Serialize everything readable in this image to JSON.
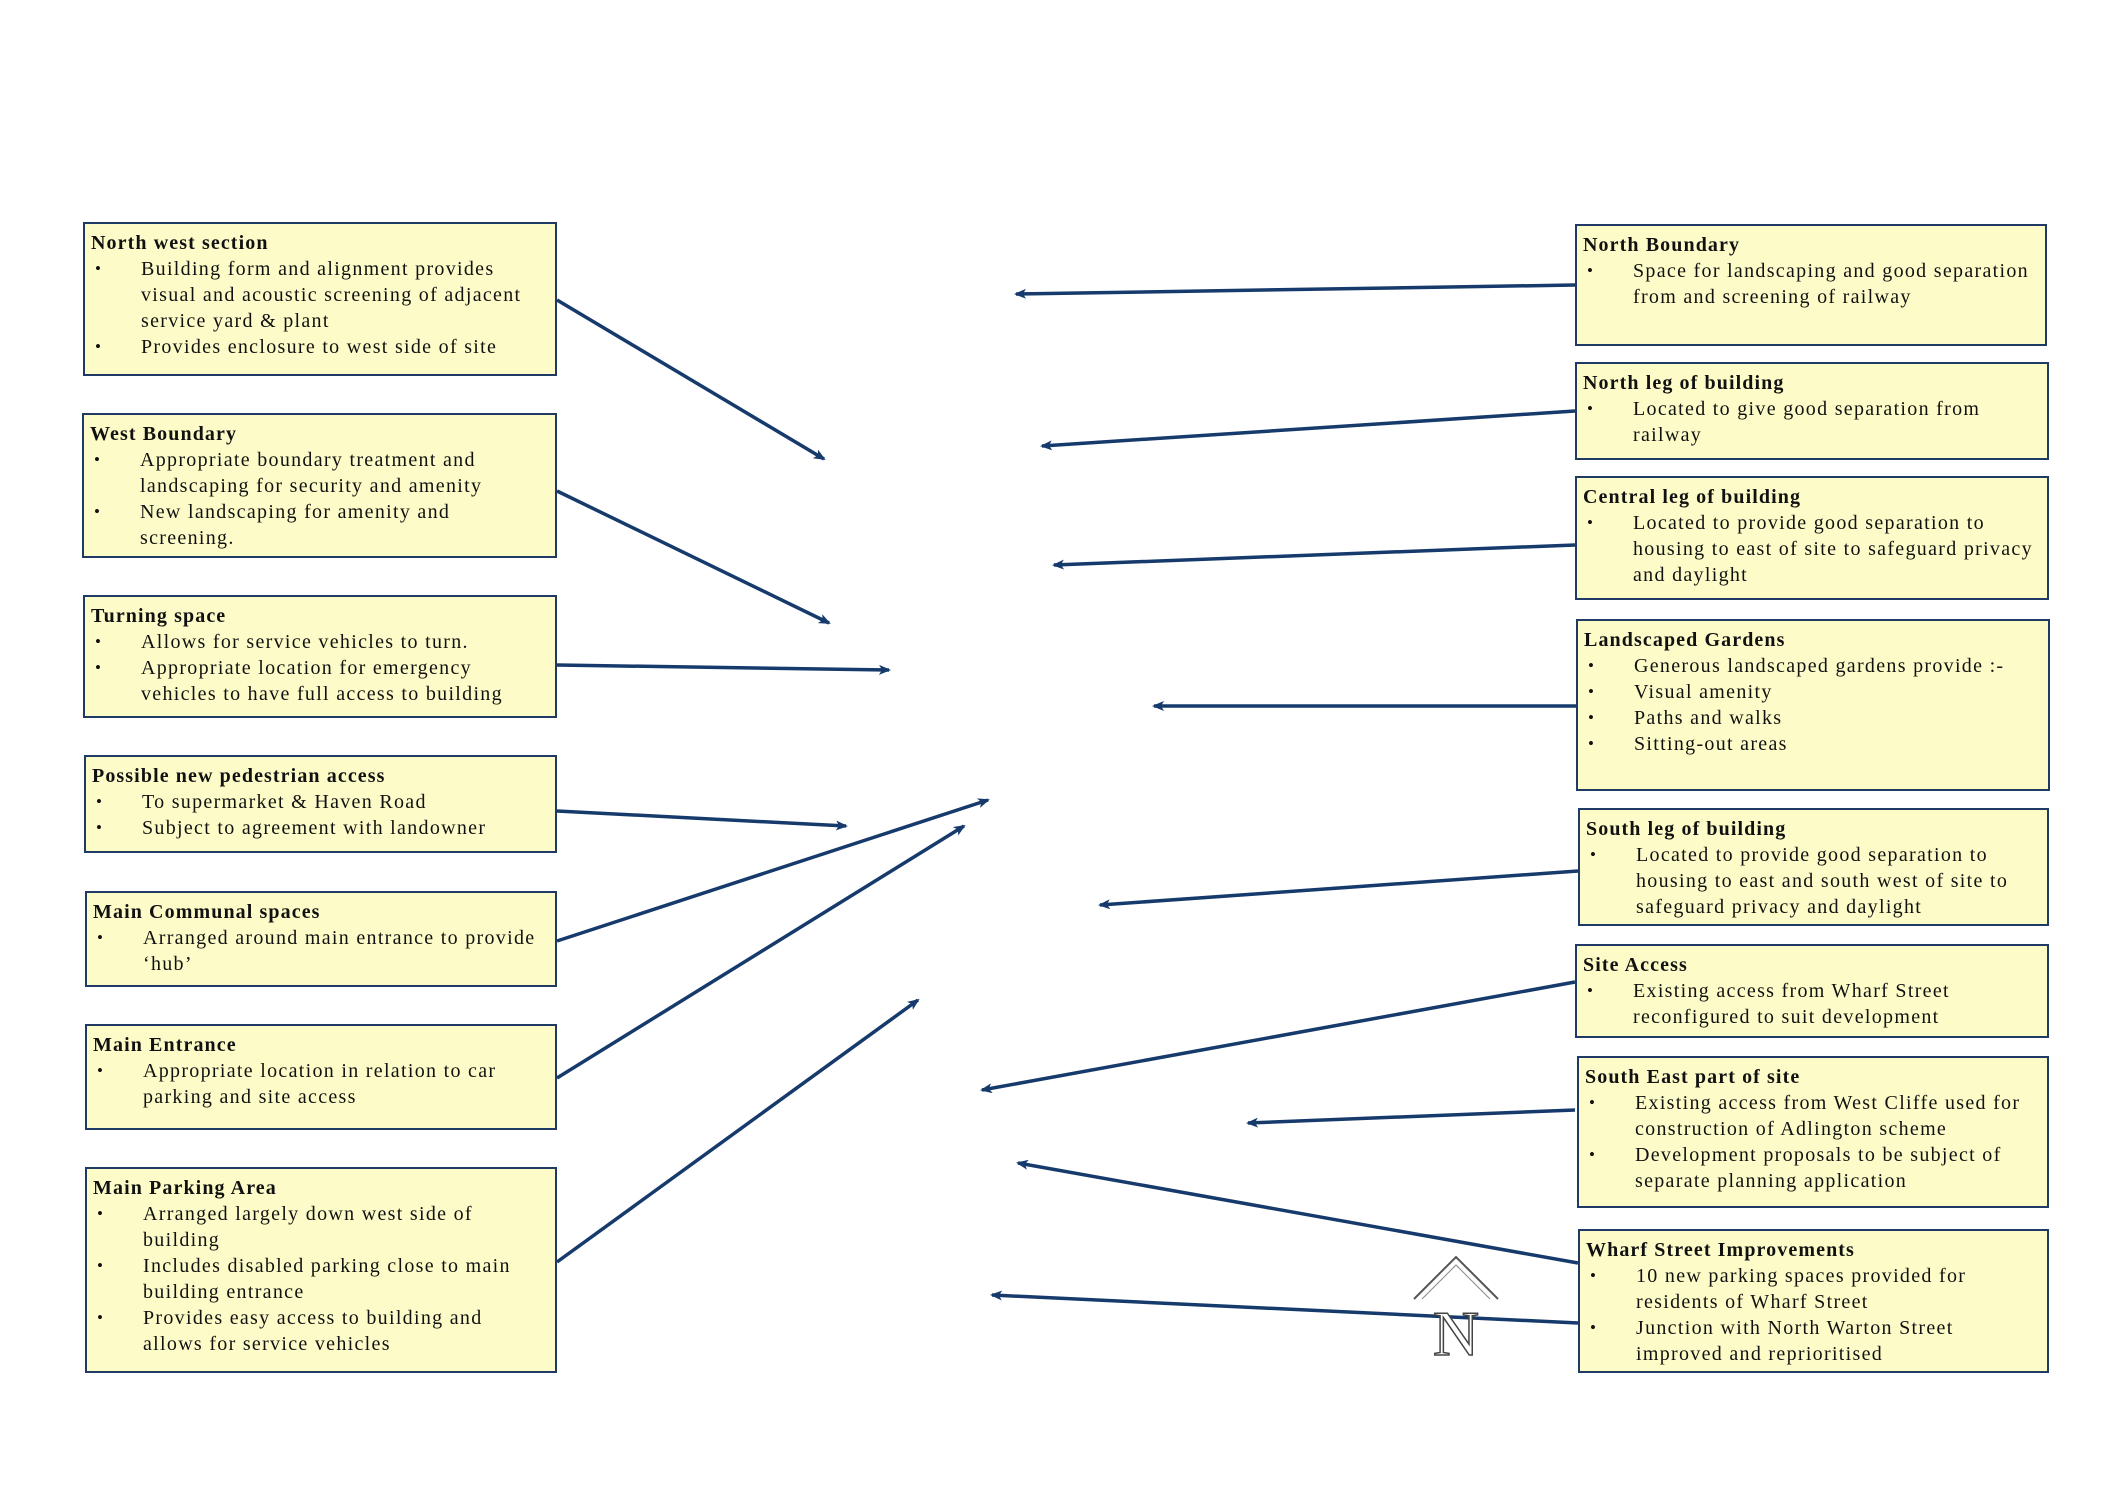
{
  "colors": {
    "box_fill": "#fdfcc8",
    "box_border": "#1f3a64",
    "arrow": "#163a6b"
  },
  "left_boxes": [
    {
      "id": "north-west-section",
      "title": "North west section",
      "items": [
        "Building form and alignment provides visual and acoustic screening of adjacent service yard & plant",
        "Provides enclosure to west side of site"
      ]
    },
    {
      "id": "west-boundary",
      "title": "West Boundary",
      "items": [
        "Appropriate boundary treatment and landscaping for security and amenity",
        "New landscaping for amenity and screening."
      ]
    },
    {
      "id": "turning-space",
      "title": "Turning space",
      "items": [
        "Allows for service vehicles to turn.",
        "Appropriate location for emergency vehicles to have full access to building"
      ]
    },
    {
      "id": "pedestrian-access",
      "title": "Possible new pedestrian access",
      "items": [
        "To supermarket & Haven Road",
        "Subject to agreement with landowner"
      ]
    },
    {
      "id": "main-communal-spaces",
      "title": "Main Communal spaces",
      "items": [
        "Arranged around main entrance to provide ‘hub’"
      ]
    },
    {
      "id": "main-entrance",
      "title": "Main Entrance",
      "items": [
        "Appropriate location in relation to car parking and site access"
      ]
    },
    {
      "id": "main-parking-area",
      "title": "Main Parking Area",
      "items": [
        "Arranged largely down west side of building",
        "Includes disabled parking close to main building entrance",
        "Provides easy access to building and allows for service vehicles"
      ]
    }
  ],
  "right_boxes": [
    {
      "id": "north-boundary",
      "title": "North Boundary",
      "items": [
        "Space for landscaping and good separation from and screening of railway"
      ]
    },
    {
      "id": "north-leg",
      "title": "North leg of building",
      "items": [
        "Located to give good separation from railway"
      ]
    },
    {
      "id": "central-leg",
      "title": "Central leg of building",
      "items": [
        "Located to provide good separation to housing to east of site to safeguard privacy and daylight"
      ]
    },
    {
      "id": "landscaped-gardens",
      "title": "Landscaped Gardens",
      "items": [
        "Generous landscaped gardens provide :-",
        "Visual amenity",
        "Paths and walks",
        "Sitting-out areas"
      ]
    },
    {
      "id": "south-leg",
      "title": "South leg of building",
      "items": [
        "Located to provide good separation to housing to east and south west of site to safeguard privacy and daylight"
      ]
    },
    {
      "id": "site-access",
      "title": "Site Access",
      "items": [
        "Existing access from Wharf Street reconfigured to suit development"
      ]
    },
    {
      "id": "south-east-part",
      "title": "South East part of site",
      "items": [
        "Existing access from West Cliffe used for construction of Adlington scheme",
        "Development proposals to be subject of separate planning application"
      ]
    },
    {
      "id": "wharf-street-improvements",
      "title": "Wharf Street Improvements",
      "items": [
        "10 new parking spaces provided for residents of Wharf Street",
        "Junction with North Warton Street improved and reprioritised"
      ]
    }
  ],
  "compass": {
    "letter": "N"
  }
}
